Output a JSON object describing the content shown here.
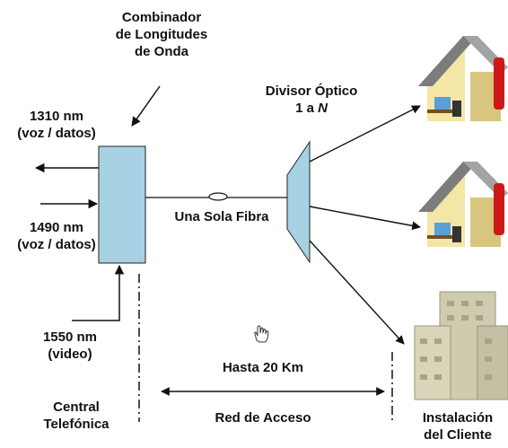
{
  "labels": {
    "combiner": [
      "Combinador",
      "de Longitudes",
      "de Onda"
    ],
    "wl_1310": [
      "1310 nm",
      "(voz / datos)"
    ],
    "wl_1490": [
      "1490 nm",
      "(voz / datos)"
    ],
    "wl_1550": [
      "1550 nm",
      "(video)"
    ],
    "splitter_line1": "Divisor Óptico",
    "splitter_line2_prefix": "1 a ",
    "splitter_line2_var": "N",
    "fiber": "Una Sola Fibra",
    "distance": "Hasta 20 Km",
    "access_network": "Red de Acceso",
    "central_office": [
      "Central",
      "Telefónica"
    ],
    "customer": [
      "Instalación",
      "del Cliente"
    ]
  },
  "colors": {
    "box_fill": "#a8d2e4",
    "roof": "#8a8a8a",
    "house_wall": "#f2e3a2",
    "house_red": "#cc1a1a",
    "building": "#c9c5a8"
  },
  "icons": [
    "hand-cursor-icon",
    "house-icon",
    "office-building-icon"
  ]
}
